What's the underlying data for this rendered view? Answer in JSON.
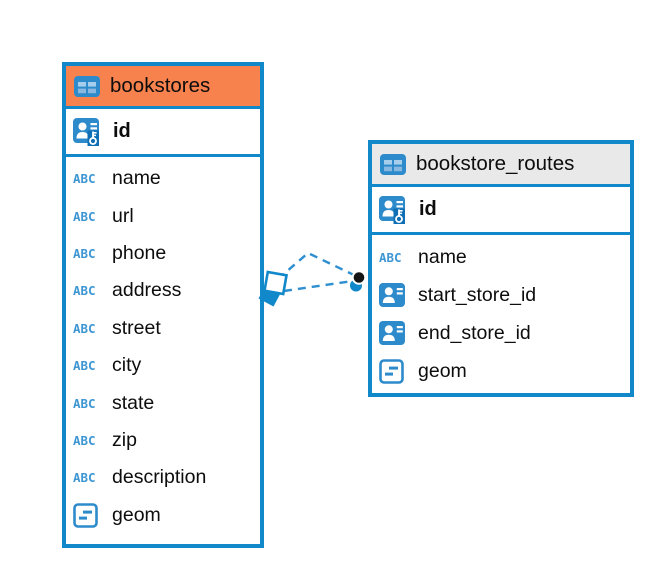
{
  "diagram": {
    "tables": [
      {
        "name": "bookstores",
        "selected": true,
        "pk": "id",
        "columns": [
          "name",
          "url",
          "phone",
          "address",
          "street",
          "city",
          "state",
          "zip",
          "description",
          "geom"
        ]
      },
      {
        "name": "bookstore_routes",
        "selected": false,
        "pk": "id",
        "columns": [
          "name",
          "start_store_id",
          "end_store_id",
          "geom"
        ]
      }
    ],
    "relationships": [
      {
        "from_table": "bookstore_routes",
        "from_column": "start_store_id",
        "to_table": "bookstores",
        "to_column": "id",
        "style": "dashed"
      },
      {
        "from_table": "bookstore_routes",
        "from_column": "end_store_id",
        "to_table": "bookstores",
        "to_column": "id",
        "style": "dashed"
      }
    ]
  },
  "icons": {
    "text_type_label": "ABC"
  },
  "colors": {
    "table_border": "#1088c9",
    "selected_header_bg": "#f8824e",
    "header_bg": "#e9e9e9",
    "icon_blue": "#2e8bcb",
    "icon_blue_light": "#3e97d3",
    "icon_blue_dark": "#0f6fb4",
    "line_blue": "#2e8fd0",
    "text": "#0d0d0d",
    "endpoint_dot": "#151515"
  }
}
